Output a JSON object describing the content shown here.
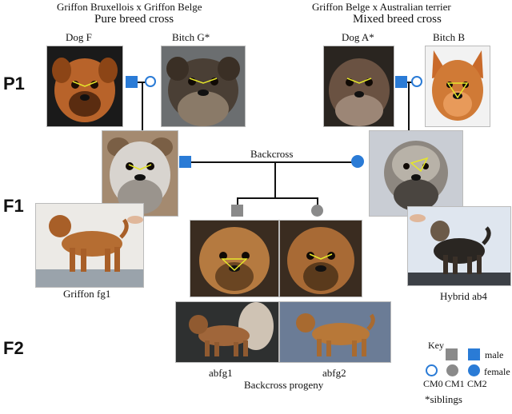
{
  "left_group": {
    "title": "Griffon Bruxellois x Griffon Belge",
    "subtitle": "Pure breed cross"
  },
  "right_group": {
    "title": "Griffon Belge x Australian terrier",
    "subtitle": "Mixed breed cross"
  },
  "parents": {
    "dog_f": "Dog F",
    "bitch_g": "Bitch G*",
    "dog_a": "Dog A*",
    "bitch_b": "Bitch B"
  },
  "generations": {
    "p1": "P1",
    "f1": "F1",
    "f2": "F2"
  },
  "backcross_label": "Backcross",
  "f1_dogs": {
    "griffon": "Griffon fg1",
    "hybrid": "Hybrid ab4"
  },
  "f2_dogs": {
    "abfg1": "abfg1",
    "abfg2": "abfg2",
    "caption": "Backcross progeny"
  },
  "key": {
    "title": "Key",
    "male": "male",
    "female": "female",
    "cm0": "CM0",
    "cm1": "CM1",
    "cm2": "CM2",
    "siblings_note": "*siblings"
  },
  "colors": {
    "symbol_blue": "#2a7bd6",
    "symbol_gray": "#8a8a8a",
    "marker_yellow": "#e6e62a"
  }
}
